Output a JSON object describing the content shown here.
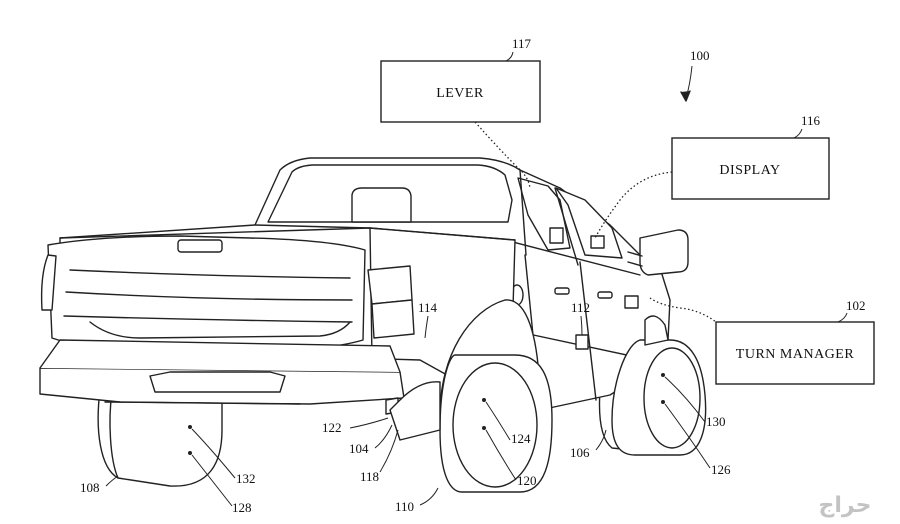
{
  "figure_label": "100",
  "boxes": {
    "lever": {
      "label": "LEVER",
      "ref": "117"
    },
    "display": {
      "label": "DISPLAY",
      "ref": "116"
    },
    "turn_manager": {
      "label": "TURN MANAGER",
      "ref": "102"
    }
  },
  "refs": {
    "r104": "104",
    "r106": "106",
    "r108": "108",
    "r110": "110",
    "r112": "112",
    "r114": "114",
    "r118": "118",
    "r120": "120",
    "r122": "122",
    "r124": "124",
    "r126": "126",
    "r128": "128",
    "r130": "130",
    "r132": "132"
  },
  "watermark_text": "حراج"
}
